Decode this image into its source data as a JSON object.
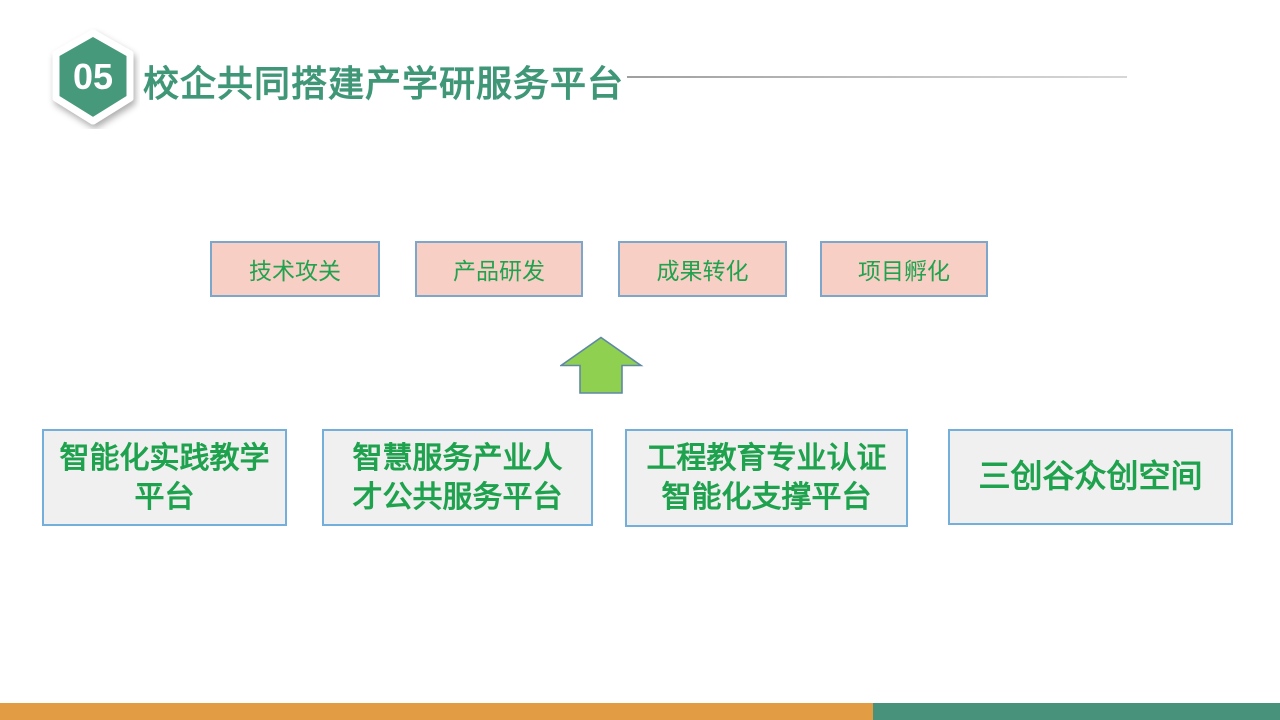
{
  "slide": {
    "badge": "05",
    "title": "校企共同搭建产学研服务平台"
  },
  "process_row": [
    {
      "label": "技术攻关"
    },
    {
      "label": "产品研发"
    },
    {
      "label": "成果转化"
    },
    {
      "label": "项目孵化"
    }
  ],
  "platform_row": [
    {
      "lines": [
        "智能化实践教学",
        "平台"
      ]
    },
    {
      "lines": [
        "智慧服务产业人",
        "才公共服务平台"
      ]
    },
    {
      "lines": [
        "工程教育专业认证",
        "智能化支撑平台"
      ]
    },
    {
      "lines": [
        "三创谷众创空间"
      ]
    }
  ],
  "icons": {
    "badge_shape": "hexagon-badge",
    "arrow": "arrow-up-icon"
  },
  "colors": {
    "title_green": "#3F9778",
    "badge_green": "#47997B",
    "box_text_green": "#21A24E",
    "pink_fill": "#F7CFC5",
    "pink_border_blue": "#7CA7CB",
    "gray_fill": "#F0F0F0",
    "gray_border_blue": "#74AEDB",
    "arrow_fill": "#90D050",
    "arrow_stroke": "#5E88A6",
    "footer_orange": "#E29C44",
    "footer_green": "#48927B"
  }
}
